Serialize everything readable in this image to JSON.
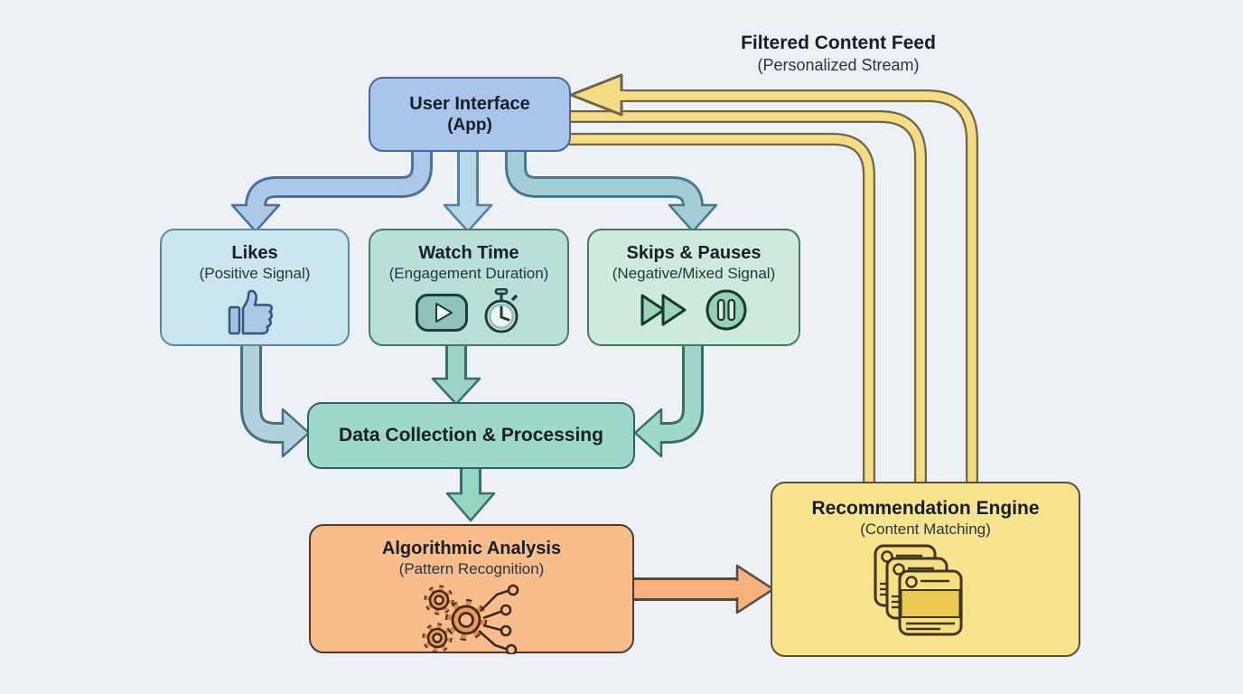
{
  "nodes": {
    "user_interface": {
      "title": "User Interface",
      "subtitle": "(App)",
      "fill": "#a9c6ea",
      "border": "#44679e"
    },
    "likes": {
      "title": "Likes",
      "subtitle": "(Positive Signal)",
      "fill": "#c9e5f0",
      "border": "#5d87a3",
      "icon": "thumbs-up-icon"
    },
    "watch_time": {
      "title": "Watch Time",
      "subtitle": "(Engagement Duration)",
      "fill": "#b7e0d9",
      "border": "#45796f",
      "icons": [
        "play-button-icon",
        "stopwatch-icon"
      ]
    },
    "skips_pauses": {
      "title": "Skips & Pauses",
      "subtitle": "(Negative/Mixed Signal)",
      "fill": "#cdebdd",
      "border": "#46785f",
      "icons": [
        "fast-forward-icon",
        "pause-icon"
      ]
    },
    "data_collection": {
      "title": "Data Collection & Processing",
      "fill": "#9ed8c9",
      "border": "#2f5f6b"
    },
    "algorithmic_analysis": {
      "title": "Algorithmic Analysis",
      "subtitle": "(Pattern Recognition)",
      "fill": "#f9bd8c",
      "border": "#463c37",
      "icon": "gears-network-icon"
    },
    "recommendation_engine": {
      "title": "Recommendation Engine",
      "subtitle": "(Content Matching)",
      "fill": "#f8e48c",
      "border": "#585038",
      "icon": "stacked-content-cards-icon"
    }
  },
  "feedback_label": {
    "title": "Filtered Content Feed",
    "subtitle": "(Personalized Stream)"
  },
  "edges": [
    {
      "from": "User Interface",
      "to": "Likes",
      "color": "#abc8e8"
    },
    {
      "from": "User Interface",
      "to": "Watch Time",
      "color": "#b6d8e9"
    },
    {
      "from": "User Interface",
      "to": "Skips & Pauses",
      "color": "#a3ced7"
    },
    {
      "from": "Likes",
      "to": "Data Collection & Processing",
      "color": "#b2d1dd"
    },
    {
      "from": "Watch Time",
      "to": "Data Collection & Processing",
      "color": "#9bd4c6"
    },
    {
      "from": "Skips & Pauses",
      "to": "Data Collection & Processing",
      "color": "#9fd7c9"
    },
    {
      "from": "Data Collection & Processing",
      "to": "Algorithmic Analysis",
      "color": "#93d7c3"
    },
    {
      "from": "Algorithmic Analysis",
      "to": "Recommendation Engine",
      "color": "#f6b07b"
    },
    {
      "from": "Recommendation Engine",
      "to": "User Interface",
      "label": "Filtered Content Feed (Personalized Stream)",
      "lines": 3,
      "color": "#f6dd84"
    }
  ],
  "colors": {
    "background": "#edf1f6",
    "title_text": "#141e27",
    "subtitle_text": "#28343e"
  }
}
